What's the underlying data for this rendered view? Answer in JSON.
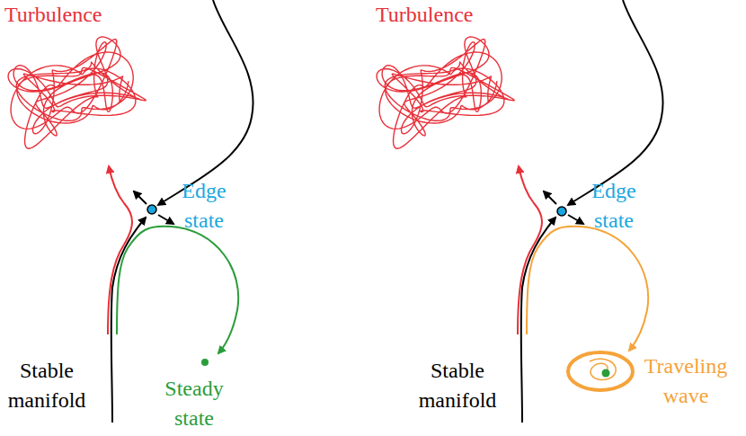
{
  "diagram": {
    "labels": [
      "Turbulence",
      "Edge state",
      "Stable manifold",
      "Steady state",
      "Turbulence",
      "Edge state",
      "Stable manifold",
      "Traveling wave"
    ]
  }
}
